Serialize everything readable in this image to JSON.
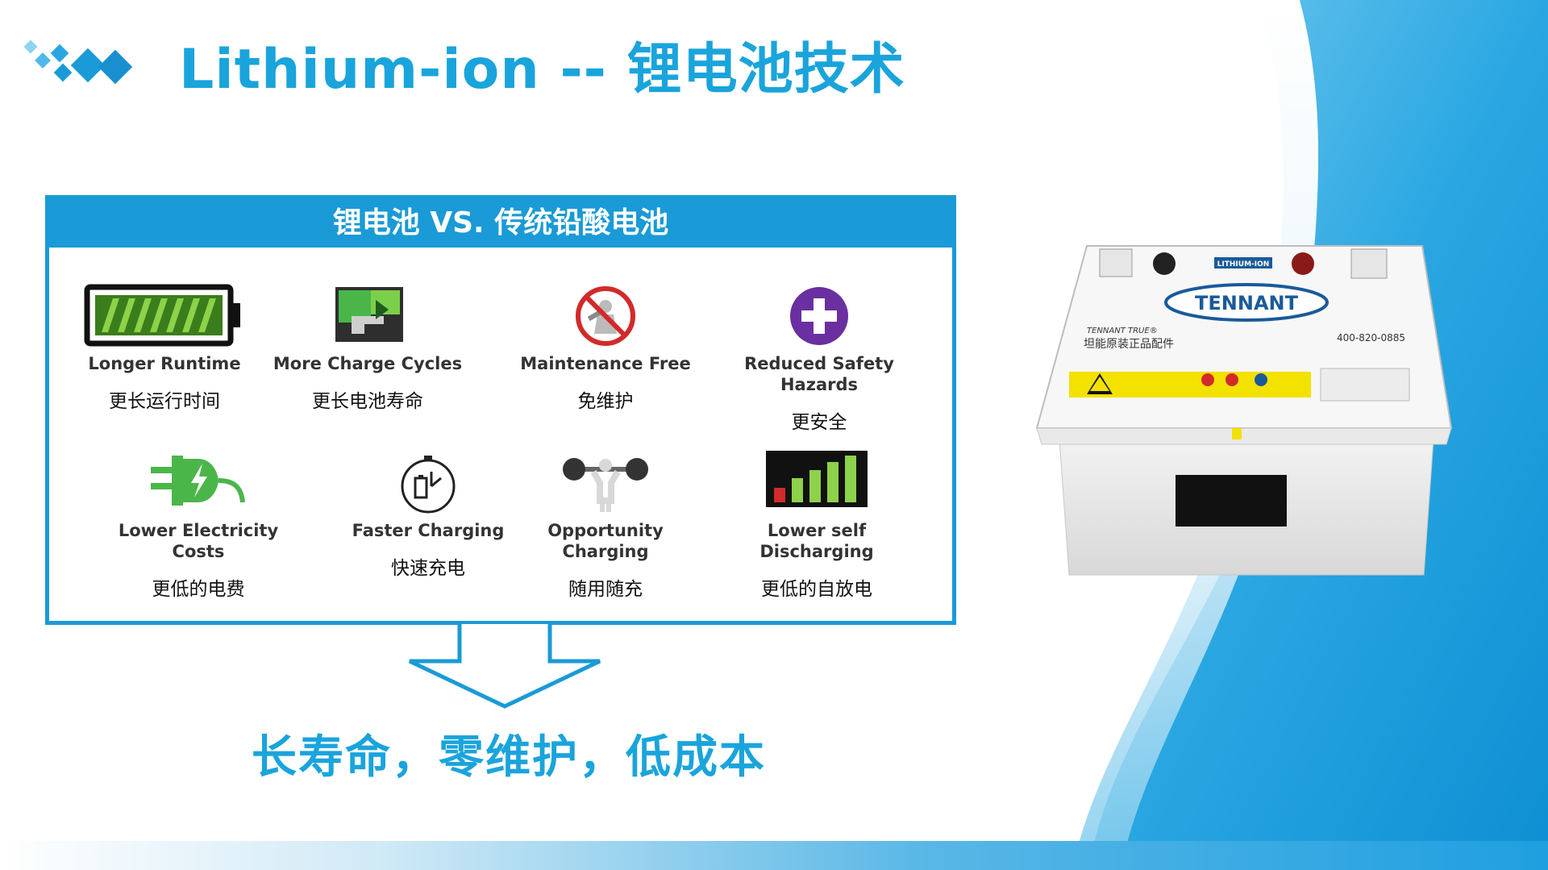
{
  "slide": {
    "title": "Lithium-ion --  锂电池技术",
    "panel_header": "锂电池  VS. 传统铅酸电池",
    "summary": "长寿命，零维护，低成本",
    "accent_color": "#1aa4dc",
    "features": [
      {
        "en": "Longer Runtime",
        "cn": "更长运行时间",
        "icon": "battery-full-icon"
      },
      {
        "en": "More Charge Cycles",
        "cn": "更长电池寿命",
        "icon": "charge-cycles-icon"
      },
      {
        "en": "Maintenance Free",
        "cn": "免维护",
        "icon": "no-maintenance-icon"
      },
      {
        "en": "Reduced Safety Hazards",
        "cn": "更安全",
        "icon": "safety-plus-icon"
      },
      {
        "en": "Lower Electricity Costs",
        "cn": "更低的电费",
        "icon": "plug-icon"
      },
      {
        "en": "Faster Charging",
        "cn": "快速充电",
        "icon": "stopwatch-battery-icon"
      },
      {
        "en": "Opportunity Charging",
        "cn": "随用随充",
        "icon": "weightlifter-icon"
      },
      {
        "en": "Lower self Discharging",
        "cn": "更低的自放电",
        "icon": "battery-levels-icon"
      }
    ],
    "battery_label": {
      "brand": "TENNANT",
      "badge": "LITHIUM-ION",
      "line1": "TENNANT TRUE®",
      "line2": "坦能原装正品配件",
      "phone": "400-820-0885"
    }
  }
}
